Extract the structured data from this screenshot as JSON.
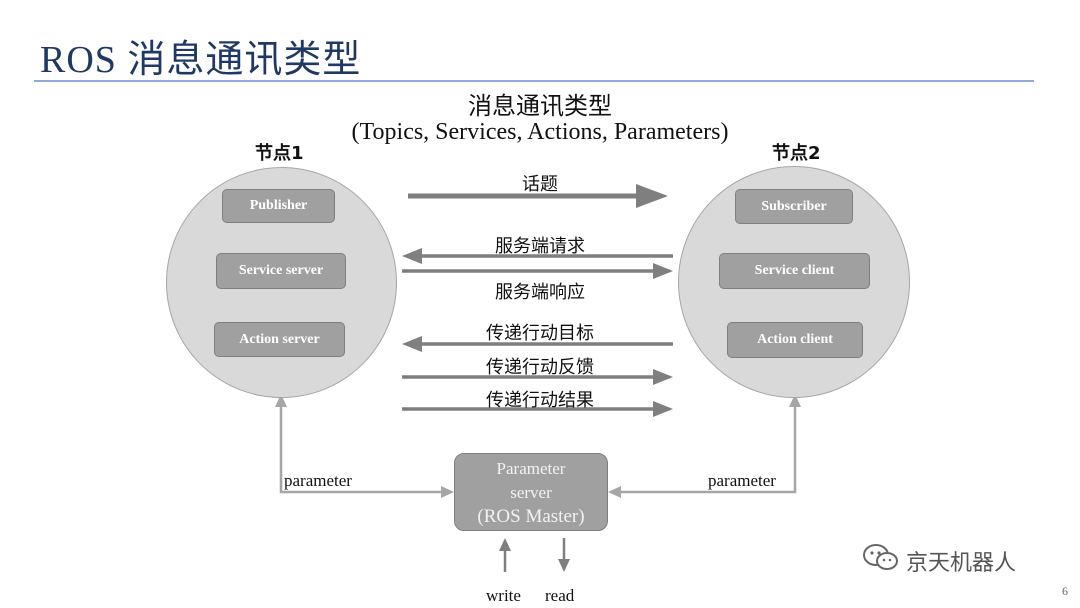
{
  "slide": {
    "title": "ROS 消息通讯类型",
    "page_number": "6"
  },
  "diagram": {
    "title_line1": "消息通讯类型",
    "title_line2": "(Topics, Services, Actions, Parameters)",
    "node1": {
      "label": "节点1",
      "boxes": [
        "Publisher",
        "Service server",
        "Action server"
      ]
    },
    "node2": {
      "label": "节点2",
      "boxes": [
        "Subscriber",
        "Service client",
        "Action client"
      ]
    },
    "arrows": {
      "topic": "话题",
      "service_request": "服务端请求",
      "service_response": "服务端响应",
      "action_goal": "传递行动目标",
      "action_feedback": "传递行动反馈",
      "action_result": "传递行动结果"
    },
    "parameter_left": "parameter",
    "parameter_right": "parameter",
    "parameter_server": {
      "line1": "Parameter",
      "line2": "server",
      "line3": "(ROS Master)"
    },
    "write": "write",
    "read": "read"
  },
  "watermark": {
    "text": "京天机器人",
    "icon": "wechat-icon"
  },
  "colors": {
    "title": "#1f3864",
    "rule": "#8faadc",
    "circle": "#d9d9d9",
    "box": "#a0a0a0",
    "arrow_dark": "#7f7f7f",
    "arrow_light": "#a6a6a6"
  }
}
